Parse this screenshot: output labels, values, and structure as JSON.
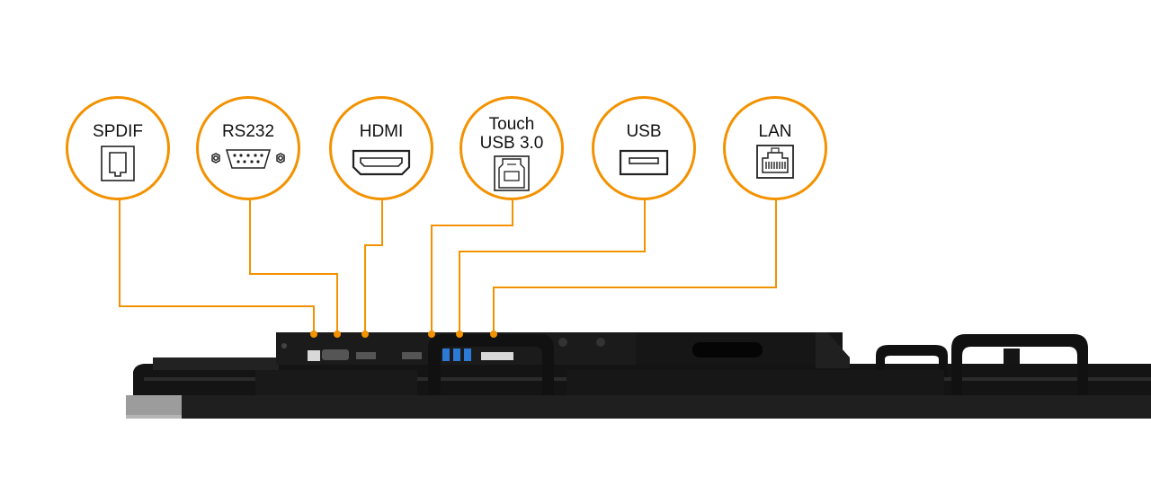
{
  "ports": [
    {
      "label": "SPDIF",
      "icon": "optical-port-icon"
    },
    {
      "label": "RS232",
      "icon": "serial-port-icon"
    },
    {
      "label": "HDMI",
      "icon": "hdmi-port-icon"
    },
    {
      "label_line1": "Touch",
      "label_line2": "USB 3.0",
      "icon": "usb-b-port-icon"
    },
    {
      "label": "USB",
      "icon": "usb-a-port-icon"
    },
    {
      "label": "LAN",
      "icon": "rj45-port-icon"
    }
  ],
  "colors": {
    "accent": "#f39200",
    "device": "#1a1a1a",
    "text": "#111111"
  }
}
